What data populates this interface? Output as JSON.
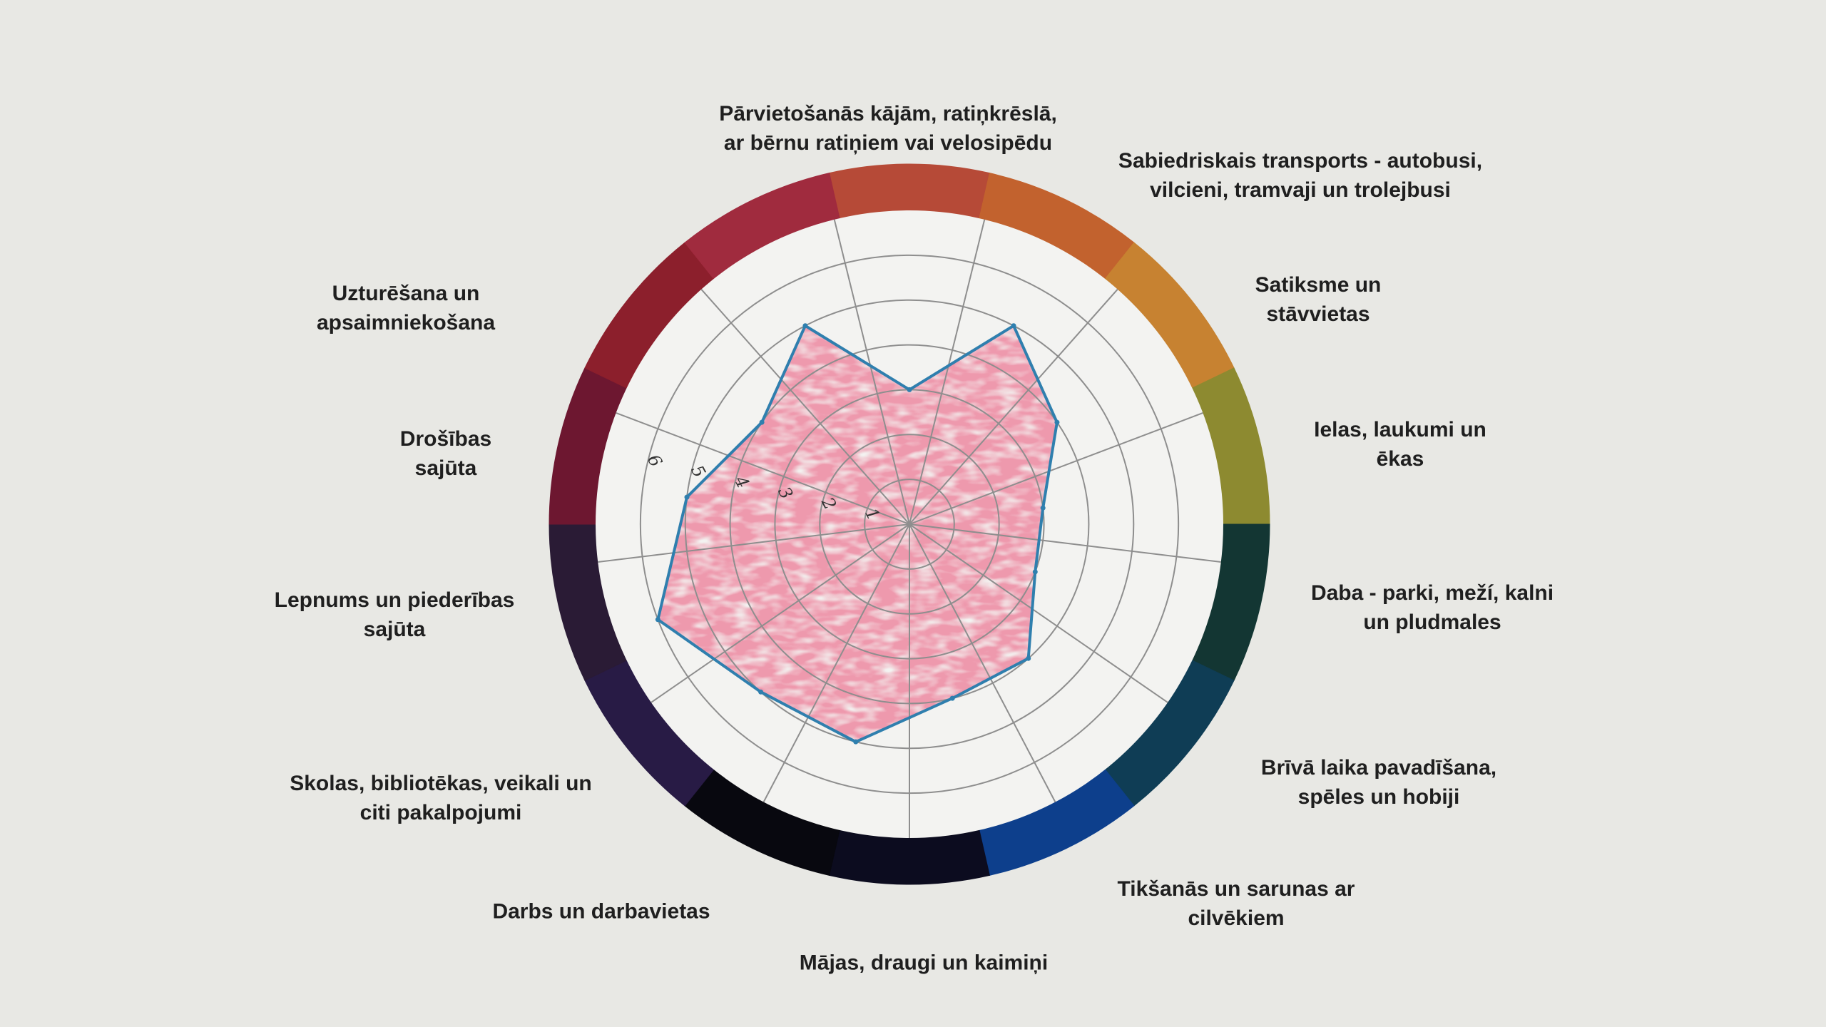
{
  "chart_data": {
    "type": "radar",
    "categories": [
      [
        "Pārvietošanās kājām, ratiņkrēslā,",
        "ar bērnu ratiņiem vai velosipēdu"
      ],
      [
        "Sabiedriskais transports - autobusi,",
        "vilcieni, tramvaji un trolejbusi"
      ],
      [
        "Satiksme un",
        "stāvvietas"
      ],
      [
        "Ielas, laukumi un",
        "ēkas"
      ],
      [
        "Daba - parki, meží, kalni",
        "un pludmales"
      ],
      [
        "Brīvā laika pavadīšana,",
        "spēles un hobiji"
      ],
      [
        "Tikšanās un sarunas ar",
        "cilvēkiem"
      ],
      [
        "Mājas, draugi un kaimiņi"
      ],
      [
        "Darbs un darbavietas"
      ],
      [
        "Skolas, bibliotēkas, veikali un",
        "citi pakalpojumi"
      ],
      [
        "Lepnums un piederības",
        "sajūta"
      ],
      [
        "Drošības",
        "sajūta"
      ],
      [
        "Uzturēšana un",
        "apsaimniekošana"
      ]
    ],
    "values": [
      3,
      5,
      4,
      3,
      3,
      4,
      4,
      5,
      5,
      6,
      5,
      4,
      5
    ],
    "rmax": 7,
    "handwritten_ticks": [
      "1",
      "2",
      "3",
      "4",
      "5",
      "6"
    ],
    "colors": {
      "ring": [
        "#b64a37",
        "#c2622e",
        "#c78231",
        "#8d8a30",
        "#133633",
        "#0f3d55",
        "#0d3f8c",
        "#0c0c1f",
        "#08080f",
        "#281b45",
        "#2a1b35",
        "#6d1730",
        "#8c1f2c",
        "#a02b3e"
      ],
      "fill": "#ee8aa2",
      "outline": "#2f7fae",
      "grid": "#8e8e8e"
    }
  }
}
